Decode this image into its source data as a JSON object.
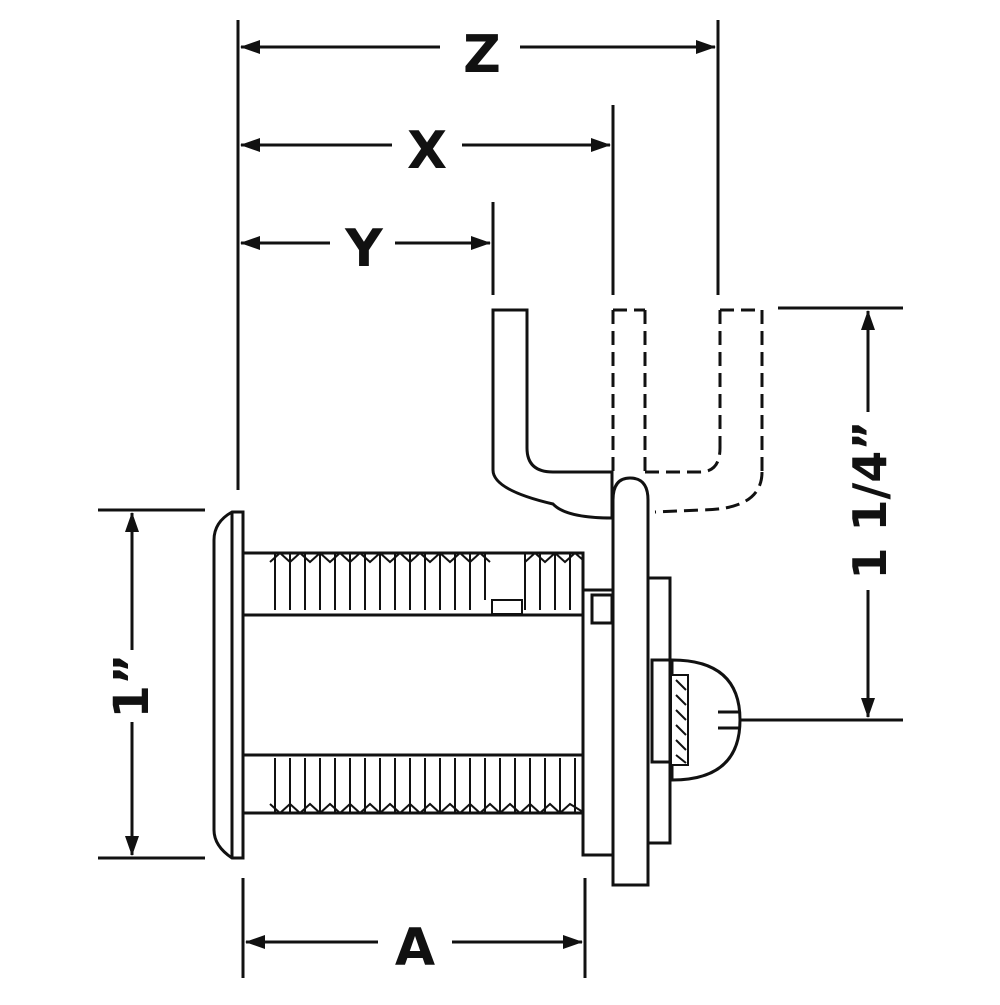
{
  "dimensions": {
    "z": "Z",
    "x": "X",
    "y": "Y",
    "a": "A",
    "height_left": "1”",
    "height_right": "1 1/4”"
  },
  "colors": {
    "line": "#111111",
    "background": "#ffffff"
  }
}
